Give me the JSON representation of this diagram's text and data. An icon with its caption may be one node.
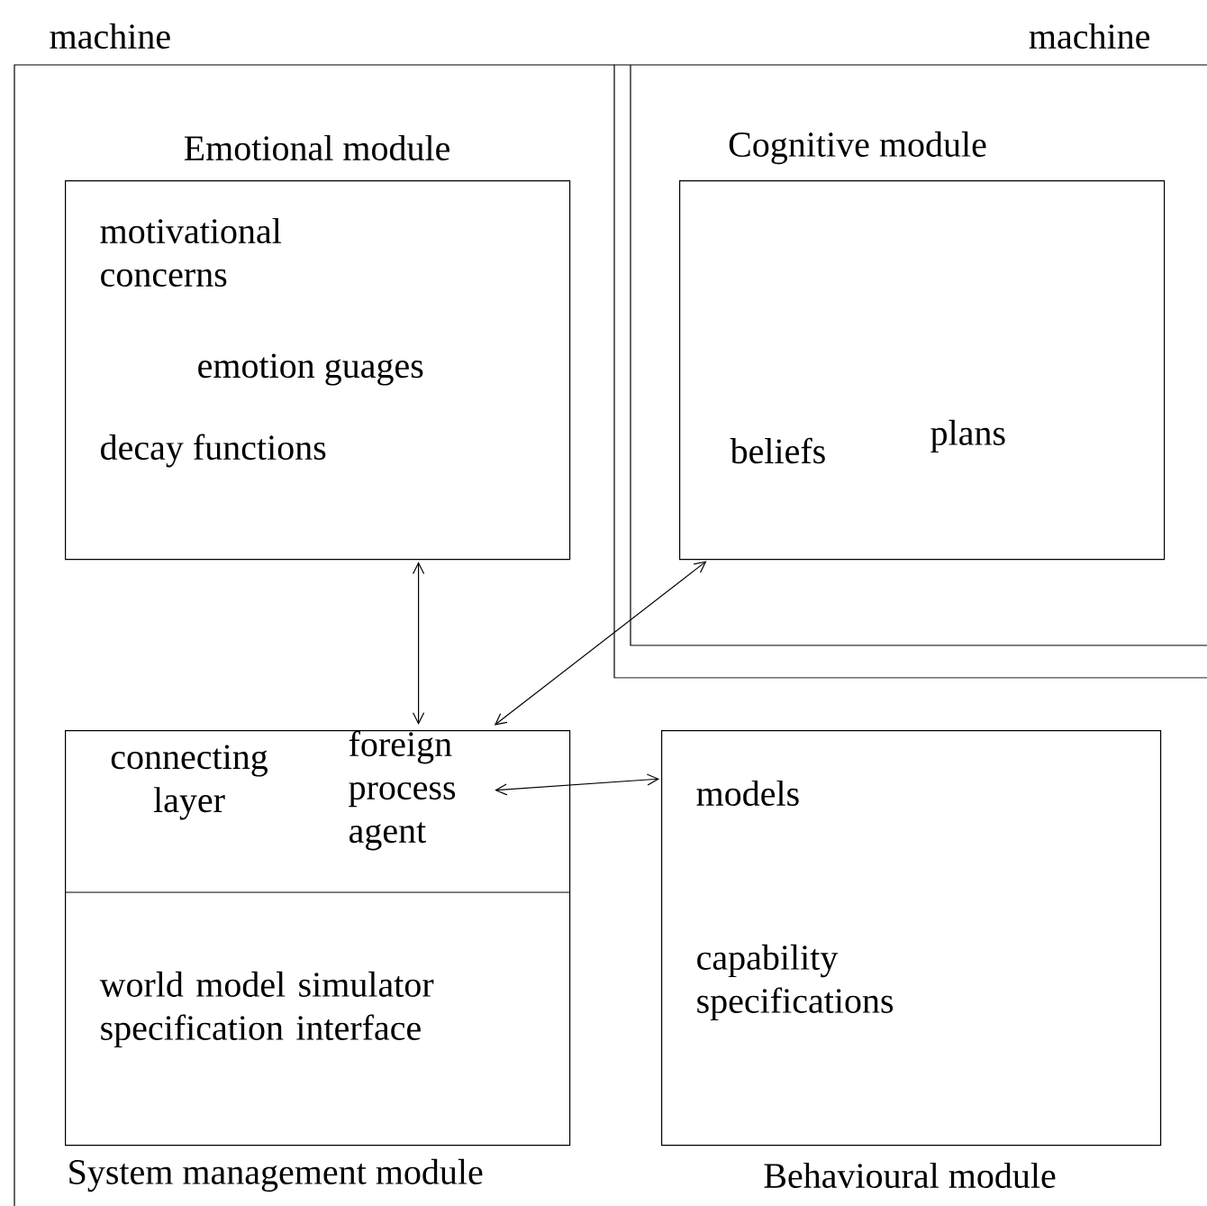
{
  "diagram": {
    "nodes": [
      {
        "text": [
          "machine"
        ]
      },
      {
        "text": [
          "machine"
        ]
      },
      {
        "text": [
          "Emotional module",
          "motivational concerns",
          "emotion guages",
          "decay functions"
        ],
        "in": 0
      },
      {
        "text": [
          "Cognitive module",
          "beliefs",
          "plans"
        ],
        "in": 1
      },
      {
        "text": [
          "connecting layer",
          "world model simulator specification interface",
          "System management module"
        ],
        "in": 0
      },
      {
        "text": [
          "foreign process agent"
        ],
        "in": 4
      },
      {
        "text": [
          "models",
          "capability specifications",
          "Behavioural module"
        ]
      }
    ],
    "edges": [
      {
        "from": 2,
        "to": 5,
        "arrow": "both"
      },
      {
        "from": 3,
        "to": 5,
        "arrow": "both"
      },
      {
        "from": 5,
        "to": 6,
        "arrow": "both"
      }
    ]
  }
}
